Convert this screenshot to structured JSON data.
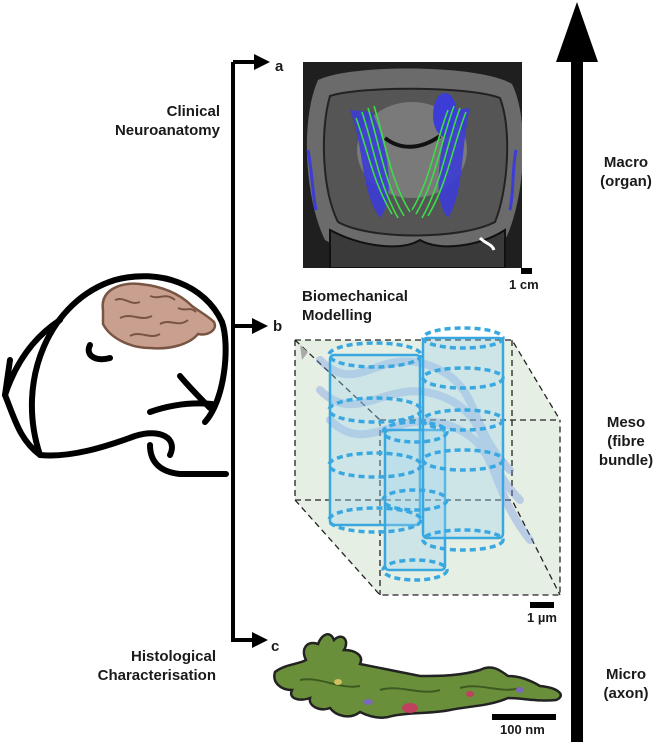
{
  "labels": {
    "clinical_line1": "Clinical",
    "clinical_line2": "Neuroanatomy",
    "biomech_line1": "Biomechanical",
    "biomech_line2": "Modelling",
    "histo_line1": "Histological",
    "histo_line2": "Characterisation"
  },
  "panels": {
    "a": "a",
    "b": "b",
    "c": "c"
  },
  "scale_bars": {
    "organ": "1 cm",
    "bundle": "1 µm",
    "axon": "100 nm"
  },
  "scales": {
    "macro_line1": "Macro",
    "macro_line2": "(organ)",
    "meso_line1": "Meso",
    "meso_line2": "(fibre",
    "meso_line3": "bundle)",
    "micro_line1": "Micro",
    "micro_line2": "(axon)"
  },
  "colors": {
    "ink": "#000000",
    "brain": "#c9a08f",
    "brain_outline": "#7a5442",
    "mri_gray": "#5a5a5a",
    "mri_blue": "#3c3cd6",
    "tract_green": "#3ddc4a",
    "cube_fill": "#e6efe3",
    "fibre_blue": "#3aa8e0",
    "axon_green": "#6a8f3a"
  }
}
